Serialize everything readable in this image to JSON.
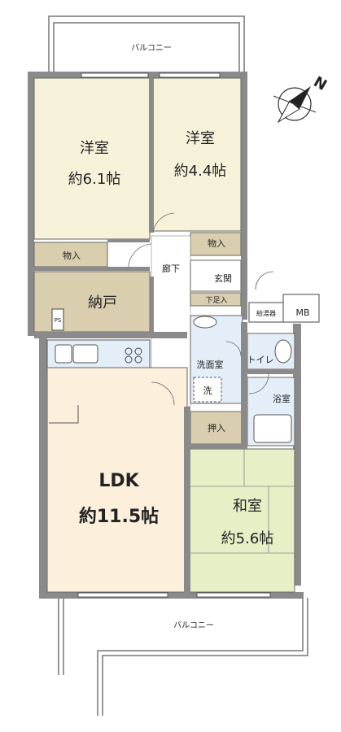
{
  "rooms": {
    "west_bedroom": {
      "name": "洋室",
      "size": "約6.1帖"
    },
    "east_bedroom": {
      "name": "洋室",
      "size": "約4.4帖"
    },
    "ldk": {
      "name": "LDK",
      "size": "約11.5帖"
    },
    "washitsu": {
      "name": "和室",
      "size": "約5.6帖"
    },
    "nando": "納戸",
    "closet_west": "物入",
    "closet_east": "物入",
    "hallway": "廊下",
    "entrance": "玄関",
    "shoe_storage": "下足入",
    "washroom": "洗面室",
    "washer": "洗",
    "toilet": "トイレ",
    "bathroom": "浴室",
    "oshiire": "押入",
    "water_heater": "給湯器",
    "meter_box": "MB",
    "pipe_space": "PS"
  },
  "balcony_top": "バルコニー",
  "balcony_bottom": "バルコニー",
  "compass": {
    "letter": "N"
  },
  "colors": {
    "wall": "#8a8a8a",
    "bedroom": "#f6f2da",
    "storage": "#d9ceae",
    "ldk": "#fcefdc",
    "washitsu": "#e6efc6",
    "wet": "#e4eef8"
  }
}
